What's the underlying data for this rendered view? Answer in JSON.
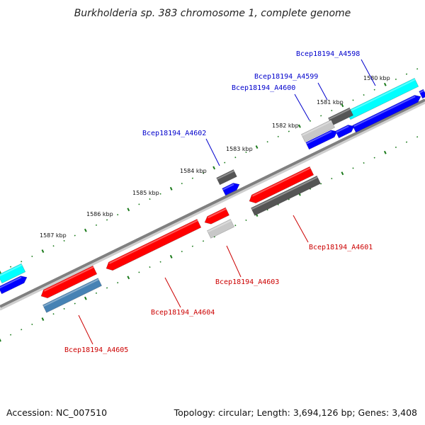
{
  "title": "Burkholderia sp. 383 chromosome 1, complete genome",
  "accession": "Accession: NC_007510",
  "topology": "Topology: circular; Length: 3,694,126 bp; Genes: 3,408",
  "colors": {
    "forward_gene": "#ff0000",
    "reverse_gene": "#0000ff",
    "cyan_gene": "#00ffff",
    "dark_gray_gene": "#555555",
    "light_gray_gene": "#c8c8c8",
    "steel_blue_gene": "#4682b4",
    "tick_green": "#1a7a1a",
    "backbone_gray": "#808080",
    "forward_label": "#cc0000",
    "reverse_label": "#0000cc"
  },
  "ticks": [
    {
      "label": "1580 kbp"
    },
    {
      "label": "1581 kbp"
    },
    {
      "label": "1582 kbp"
    },
    {
      "label": "1583 kbp"
    },
    {
      "label": "1584 kbp"
    },
    {
      "label": "1585 kbp"
    },
    {
      "label": "1586 kbp"
    },
    {
      "label": "1587 kbp"
    }
  ],
  "gene_labels": [
    {
      "name": "Bcep18194_A4598",
      "strand": "reverse"
    },
    {
      "name": "Bcep18194_A4599",
      "strand": "reverse"
    },
    {
      "name": "Bcep18194_A4600",
      "strand": "reverse"
    },
    {
      "name": "Bcep18194_A4602",
      "strand": "reverse"
    },
    {
      "name": "Bcep18194_A4601",
      "strand": "forward"
    },
    {
      "name": "Bcep18194_A4603",
      "strand": "forward"
    },
    {
      "name": "Bcep18194_A4604",
      "strand": "forward"
    },
    {
      "name": "Bcep18194_A4605",
      "strand": "forward"
    }
  ]
}
